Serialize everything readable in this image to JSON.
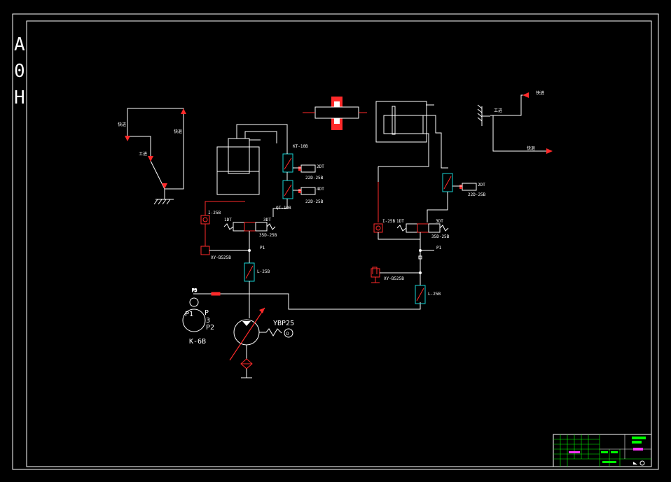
{
  "sheet": {
    "side_title_chars": [
      "A",
      "0",
      "H"
    ],
    "colors": {
      "background": "#000000",
      "line": "#ffffff",
      "hydraulic_red": "#ff2a2a",
      "valve_cyan": "#19d3d3",
      "title_green": "#00ff00",
      "title_magenta": "#ff33ff"
    }
  },
  "left_circuit": {
    "cycle_labels": [
      "快进",
      "工进",
      "快退"
    ],
    "valve_labels": {
      "kt": "KT-10B",
      "qt": "QT-10B",
      "solenoid_top": "2DT",
      "solenoid_bottom": "4DT",
      "valve_top_model": "22D-25B",
      "valve_bottom_model": "22D-25B",
      "dir_valve_left": "1DT",
      "dir_valve_right": "3DT",
      "dir_valve_model": "35D-25B",
      "throttle": "L-25B",
      "check": "I-25B",
      "relief": "XY-B525B",
      "p1": "P1",
      "p3": "P3"
    },
    "gauge_labels": {
      "p1": "P1",
      "p": "P",
      "code": "3",
      "p2": "P2",
      "model": "K-6B"
    },
    "pump": {
      "model": "YBP25",
      "motor_symbol": "D"
    }
  },
  "right_circuit": {
    "cycle_labels": [
      "工进",
      "快进",
      "快退"
    ],
    "valve_labels": {
      "solenoid": "2DT",
      "valve_model": "22D-25B",
      "dir_valve_left": "1DT",
      "dir_valve_right": "3DT",
      "dir_valve_model": "35D-25B",
      "check": "I-25B",
      "relief": "XY-B525B",
      "throttle": "L-25B",
      "p1": "P1"
    }
  }
}
